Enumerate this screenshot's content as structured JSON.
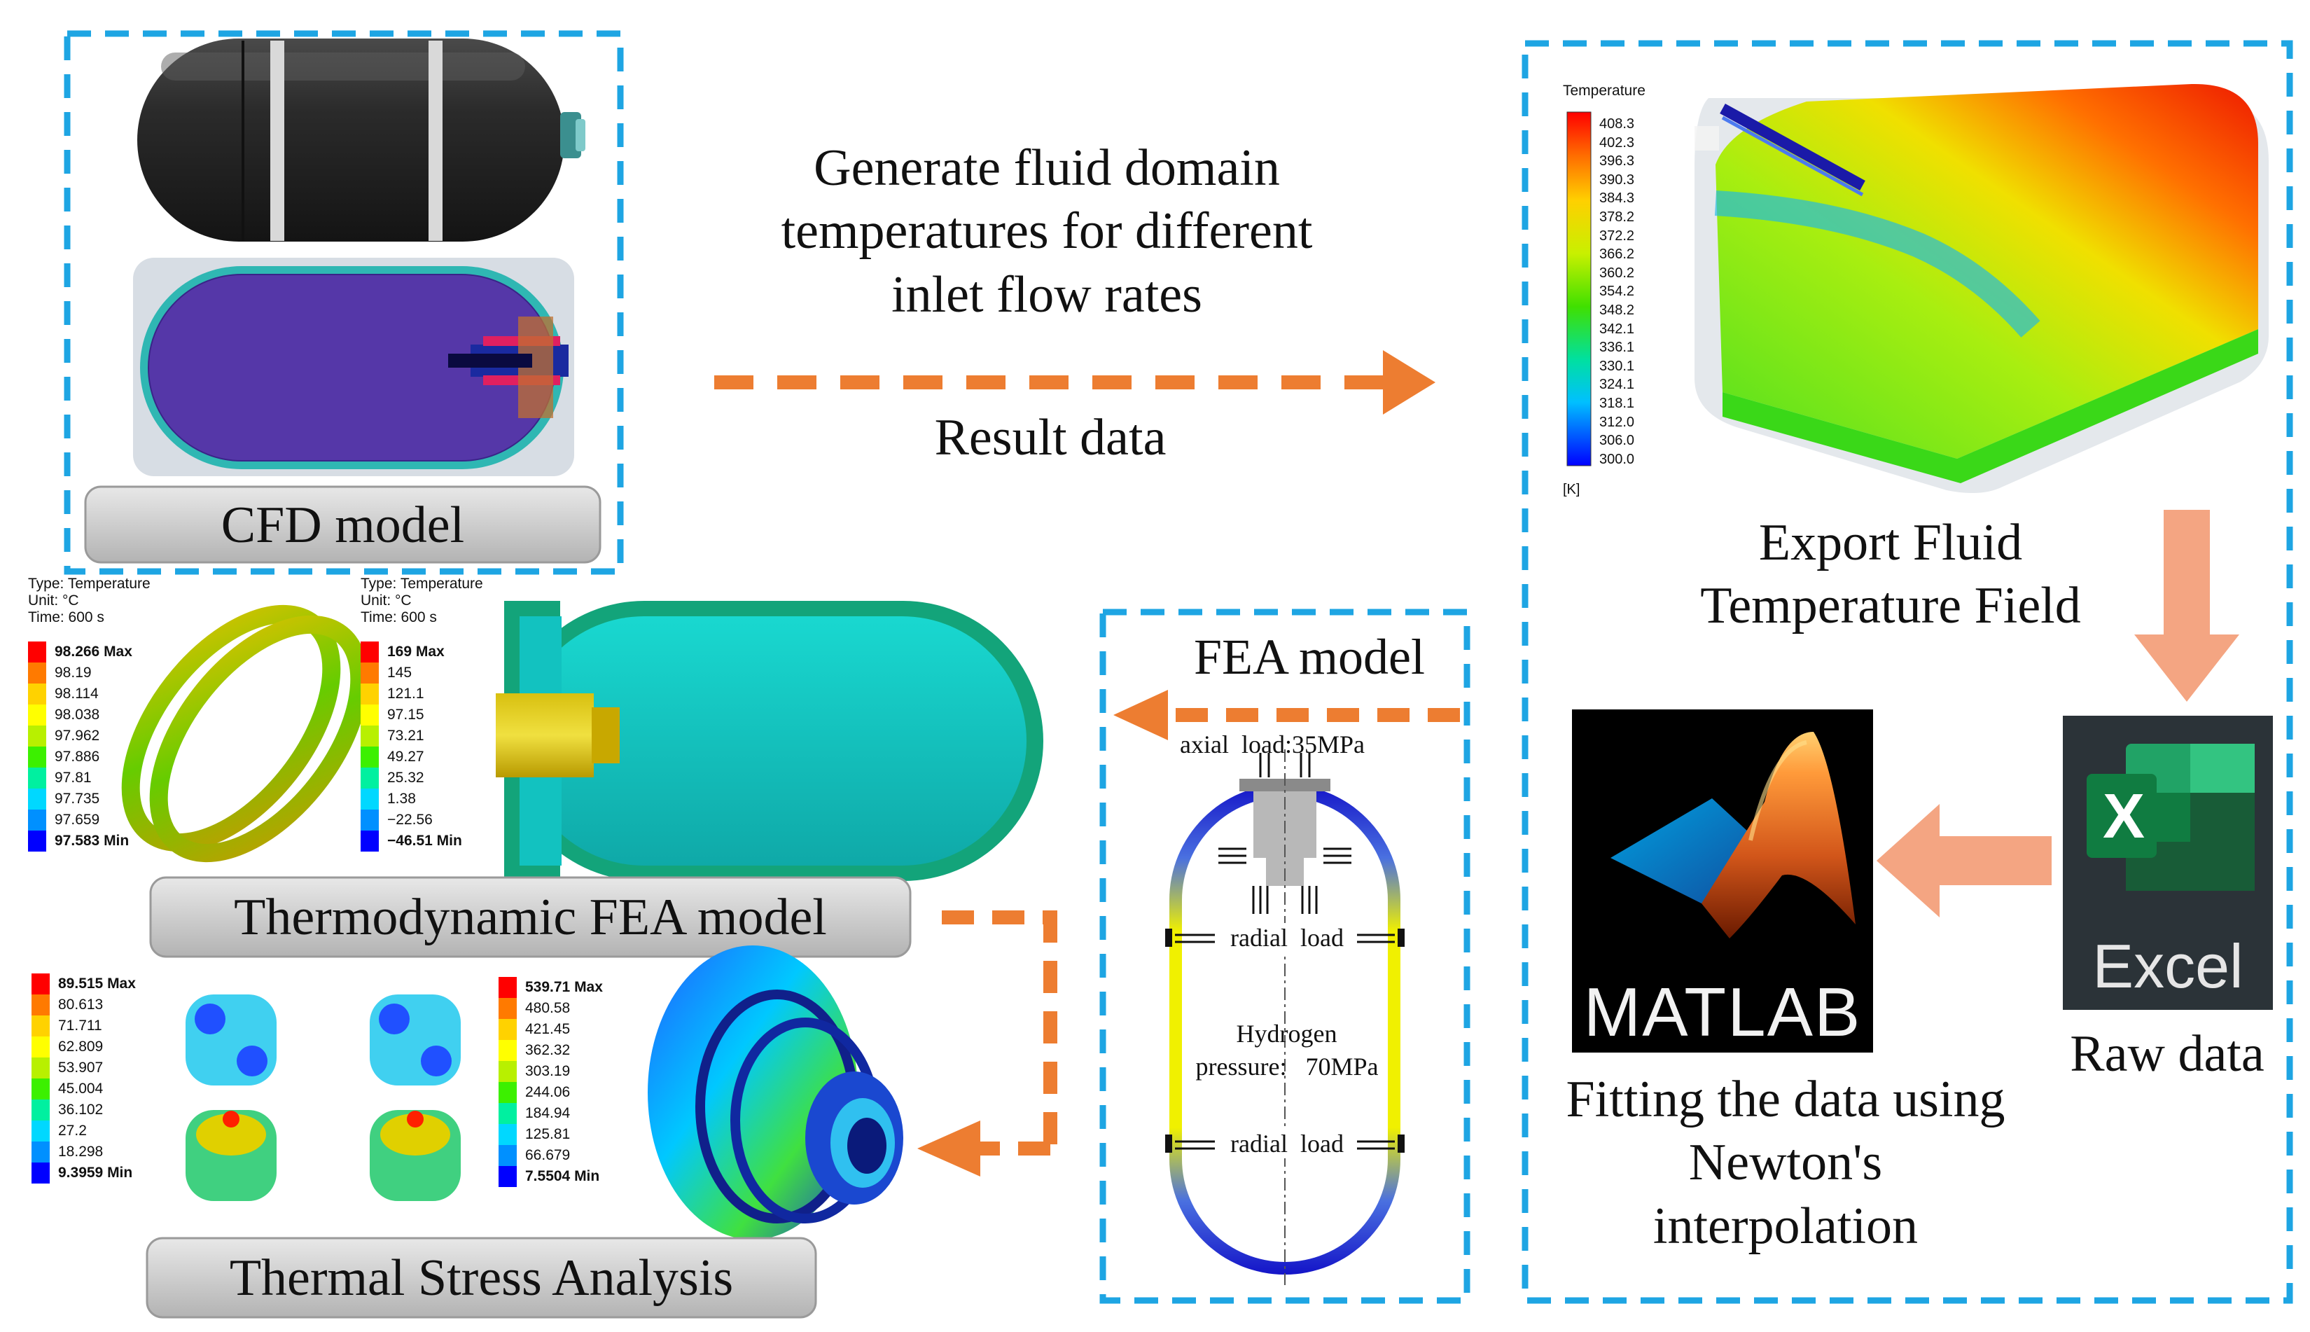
{
  "flow": {
    "arrow_top_text": "Generate fluid domain temperatures for different inlet flow rates",
    "arrow_top_lines": [
      "Generate fluid domain",
      "temperatures for different",
      "inlet flow rates"
    ],
    "arrow_bottom_text": "Result data"
  },
  "cfd": {
    "label": "CFD model"
  },
  "temperature_field": {
    "legend_title": "Temperature",
    "unit": "[K]",
    "ticks": [
      "408.3",
      "402.3",
      "396.3",
      "390.3",
      "384.3",
      "378.2",
      "372.2",
      "366.2",
      "360.2",
      "354.2",
      "348.2",
      "342.1",
      "336.1",
      "330.1",
      "324.1",
      "318.1",
      "312.0",
      "306.0",
      "300.0"
    ],
    "caption_lines": [
      "Export Fluid",
      "Temperature Field"
    ]
  },
  "excel": {
    "letter": "X",
    "name": "Excel",
    "caption": "Raw data"
  },
  "matlab": {
    "name": "MATLAB",
    "caption_lines": [
      "Fitting the data using",
      "Newton's",
      "interpolation"
    ]
  },
  "fea": {
    "title": "FEA model",
    "axial_load": "axial  load:35MPa",
    "radial_load_top": "radial  load",
    "radial_load_bottom": "radial  load",
    "hydrogen": "Hydrogen",
    "pressure": "pressure:   70MPa"
  },
  "thermo": {
    "label": "Thermodynamic FEA model",
    "legend_a": {
      "type": "Type: Temperature",
      "unit": "Unit: °C",
      "time": "Time: 600 s",
      "max": "98.266 Max",
      "values": [
        "98.19",
        "98.114",
        "98.038",
        "97.962",
        "97.886",
        "97.81",
        "97.735",
        "97.659"
      ],
      "min": "97.583 Min"
    },
    "legend_b": {
      "type": "Type: Temperature",
      "unit": "Unit: °C",
      "time": "Time: 600 s",
      "max": "169 Max",
      "values": [
        "145",
        "121.1",
        "97.15",
        "73.21",
        "49.27",
        "25.32",
        "1.38",
        "−22.56"
      ],
      "min": "−46.51 Min"
    }
  },
  "stress": {
    "label": "Thermal Stress Analysis",
    "legend_a": {
      "max": "89.515 Max",
      "values": [
        "80.613",
        "71.711",
        "62.809",
        "53.907",
        "45.004",
        "36.102",
        "27.2",
        "18.298"
      ],
      "min": "9.3959 Min"
    },
    "legend_b": {
      "max": "539.71 Max",
      "values": [
        "480.58",
        "421.45",
        "362.32",
        "303.19",
        "244.06",
        "184.94",
        "125.81",
        "66.679"
      ],
      "min": "7.5504 Min"
    }
  },
  "colors": {
    "dash_blue": "#1ea5e3",
    "arrow_orange": "#ed7d31",
    "arrow_salmon": "#f4a582",
    "excel_green": "#1d6f42",
    "matlab_black": "#000000",
    "scale": [
      "#ff0000",
      "#ff7a00",
      "#ffd200",
      "#ffff00",
      "#b8f000",
      "#3cf000",
      "#00f0a0",
      "#00d8ff",
      "#0090ff",
      "#0000ff"
    ]
  }
}
